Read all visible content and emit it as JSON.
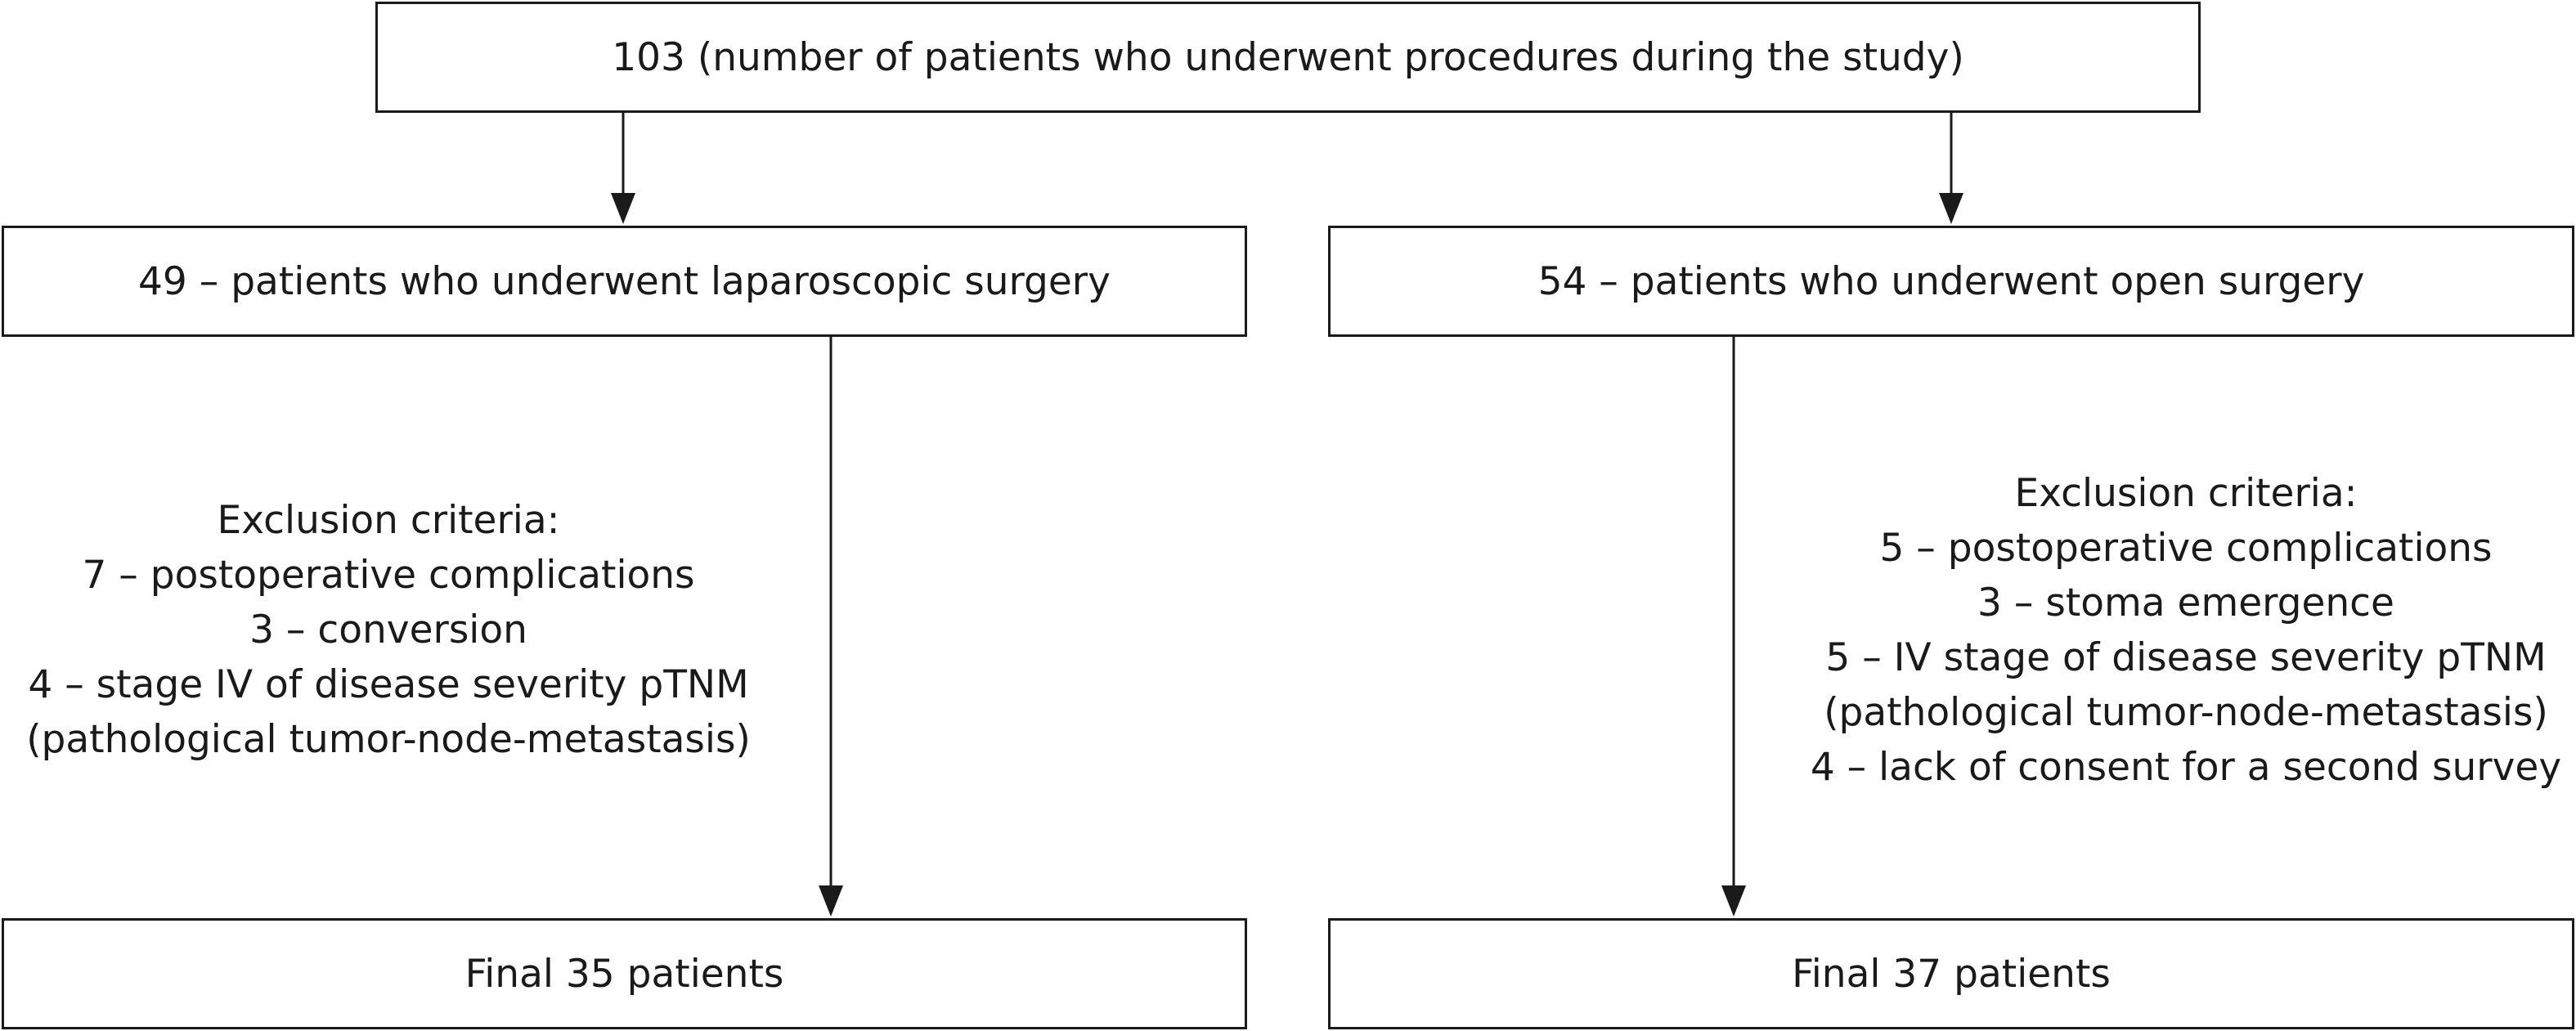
{
  "diagram": {
    "top_box": "103 (number of patients who underwent procedures during the study)",
    "laparoscopic_box": "49 – patients who underwent laparoscopic surgery",
    "open_box": "54 – patients who underwent open surgery",
    "exclusion_left": {
      "heading": "Exclusion criteria:",
      "lines": [
        "7 – postoperative complications",
        "3 – conversion",
        "4 – stage IV of disease severity pTNM",
        "(pathological tumor-node-metastasis)"
      ]
    },
    "exclusion_right": {
      "heading": "Exclusion criteria:",
      "lines": [
        "5 – postoperative complications",
        "3 – stoma emergence",
        "5 – IV stage of disease severity pTNM",
        "(pathological tumor-node-metastasis)",
        "4 – lack of consent for a second survey"
      ]
    },
    "final_left": "Final 35 patients",
    "final_right": "Final 37 patients"
  }
}
